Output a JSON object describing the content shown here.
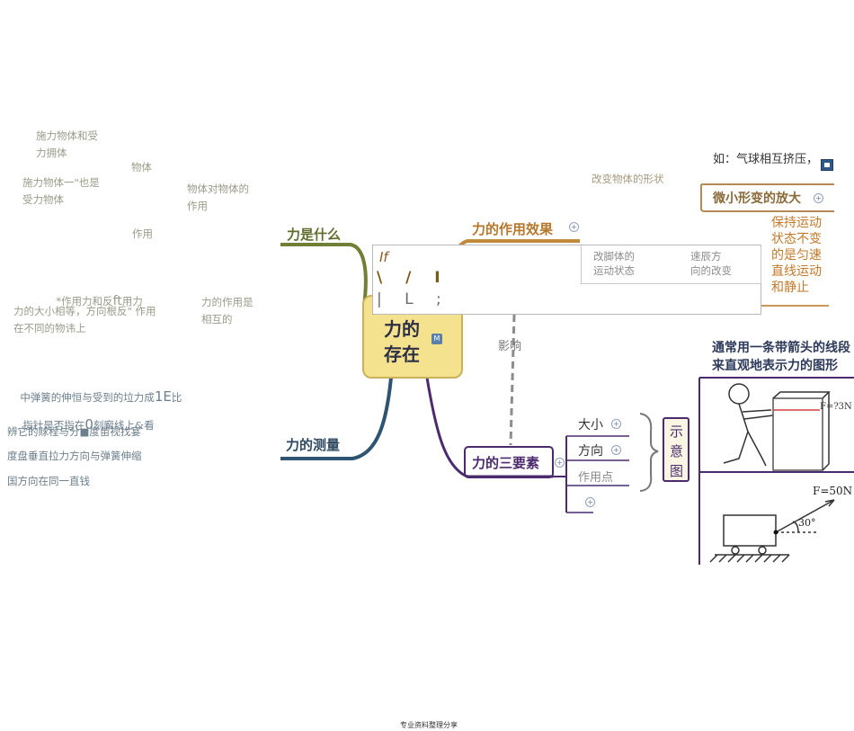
{
  "center": {
    "title_line1": "力的",
    "title_line2": "存在",
    "marker": "M"
  },
  "branches": {
    "what": "力是什么",
    "effect": "力的作用效果",
    "measure": "力的测量",
    "three": "力的三要素"
  },
  "influence_label": "影响",
  "left_notes": {
    "n1a": "施力物体和受",
    "n1b": "力拥体",
    "n2": "物体",
    "n3a": "施力物体一\"也是",
    "n3b": "受力物体",
    "n4a": "物体对物体的",
    "n4b": "作用",
    "n5": "作用",
    "n6a": "*作用力和反",
    "n6b": "ft",
    "n6c": "用力",
    "n7a": "力的大小相等，方向根反\" 作用",
    "n7b": "在不同的物讳上",
    "n8a": "力的作用是",
    "n8b": "相互的"
  },
  "measure_notes": {
    "m1a": "中弹簧的伸恒与受到的垃力成",
    "m1b": "1E",
    "m1c": "比",
    "m2a": "指针是否指在",
    "m2b": "0",
    "m2c": "刻廨线上&看",
    "m3": "辨它的赇程与分■度苗视找宴",
    "m4": "度盘垂直拉力方向与弹簧伸缩",
    "m5": "国方向在同一直钱"
  },
  "effect_items": {
    "shape": "改变物体的形状",
    "example": "如：气球相互挤压，",
    "magnify": "微小形变的放大",
    "motion_a": "改脚体的",
    "motion_b": "运动状态",
    "speed_a": "速辰方",
    "speed_b": "向的改变",
    "keep": [
      "保持运动",
      "状态不变",
      "的是匀速",
      "直线运动",
      "和静止"
    ]
  },
  "overlay_text": {
    "line1": "If",
    "line2": "\\ /  I",
    "line3": "|  L ;"
  },
  "three_elements": {
    "size": "大小",
    "direction": "方向",
    "point": "作用点",
    "diagram_label": [
      "示",
      "意",
      "图"
    ],
    "caption_line1": "通常用一条带箭头的线段",
    "caption_line2": "来直观地表示力的图形",
    "force1": "F=?3N",
    "force2": "F=50N",
    "angle": "30°"
  },
  "footer": "专业资料整理分享",
  "colors": {
    "orange": "#b5772c",
    "green": "#5e6d2e",
    "navy": "#2f4a60",
    "purple": "#4b2b6e",
    "center_fill": "#f4e28e"
  }
}
